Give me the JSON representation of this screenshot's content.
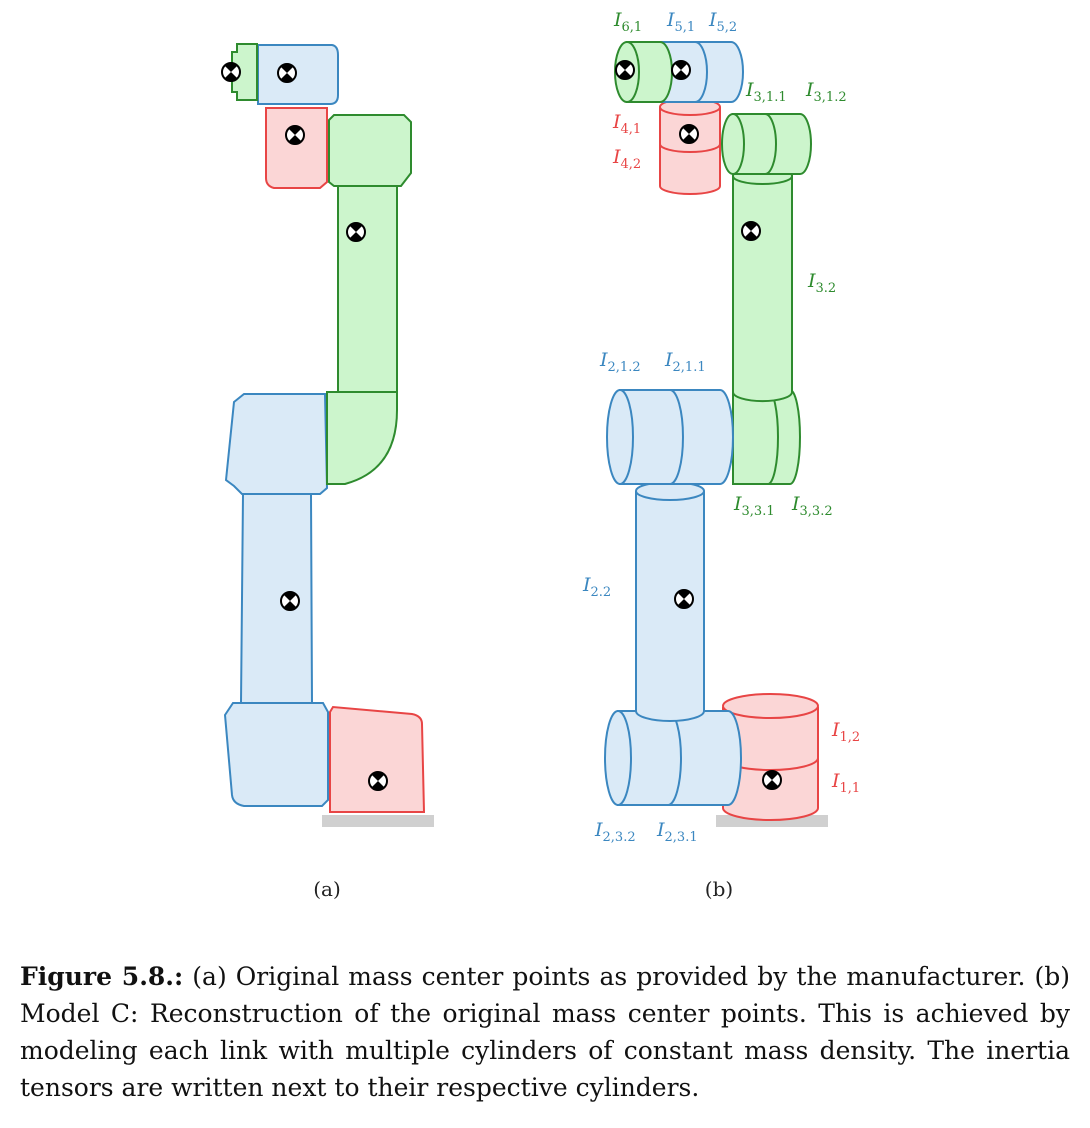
{
  "colors": {
    "blue_fill": "#daeaf7",
    "blue_stroke": "#3b87c0",
    "green_fill": "#ccf5cc",
    "green_stroke": "#2e8b2e",
    "red_fill": "#fbd6d6",
    "red_stroke": "#e84545",
    "base": "#d0d0d0"
  },
  "subfigures": {
    "a": "(a)",
    "b": "(b)"
  },
  "labels": {
    "I61": {
      "base": "I",
      "sub": "6,1"
    },
    "I51": {
      "base": "I",
      "sub": "5,1"
    },
    "I52": {
      "base": "I",
      "sub": "5,2"
    },
    "I311": {
      "base": "I",
      "sub": "3,1.1"
    },
    "I312": {
      "base": "I",
      "sub": "3,1.2"
    },
    "I41": {
      "base": "I",
      "sub": "4,1"
    },
    "I42": {
      "base": "I",
      "sub": "4,2"
    },
    "I32": {
      "base": "I",
      "sub": "3.2"
    },
    "I212": {
      "base": "I",
      "sub": "2,1.2"
    },
    "I211": {
      "base": "I",
      "sub": "2,1.1"
    },
    "I331": {
      "base": "I",
      "sub": "3,3.1"
    },
    "I332": {
      "base": "I",
      "sub": "3,3.2"
    },
    "I22": {
      "base": "I",
      "sub": "2.2"
    },
    "I12": {
      "base": "I",
      "sub": "1,2"
    },
    "I11": {
      "base": "I",
      "sub": "1,1"
    },
    "I232": {
      "base": "I",
      "sub": "2,3.2"
    },
    "I231": {
      "base": "I",
      "sub": "2,3.1"
    }
  },
  "caption": {
    "figure_label": "Figure 5.8.:",
    "text": "(a) Original mass center points as provided by the manufacturer. (b) Model C: Reconstruction of the original mass center points. This is achieved by modeling each link with multiple cylinders of constant mass density. The inertia tensors are written next to their respective cylinders."
  }
}
